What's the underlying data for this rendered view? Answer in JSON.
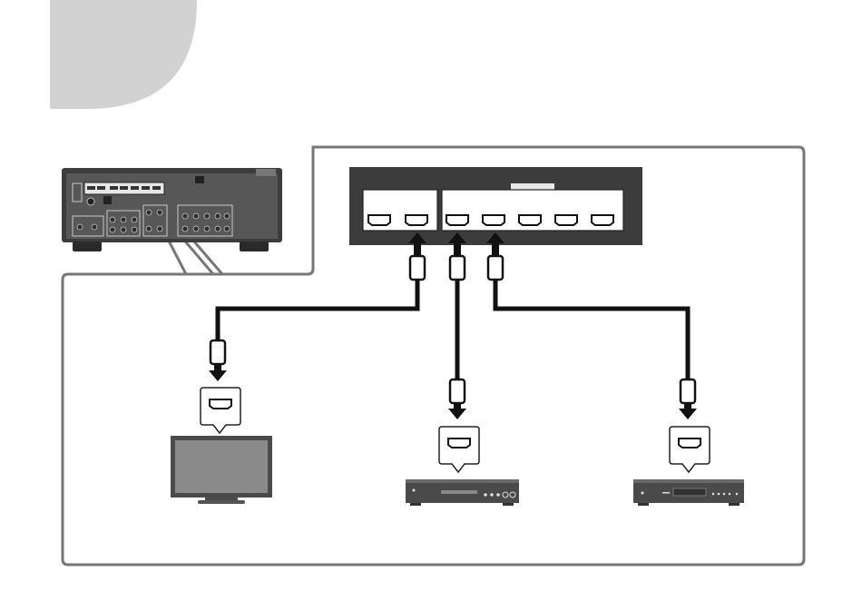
{
  "diagram": {
    "receiver": {
      "hdmi_output_ports": 2,
      "hdmi_input_ports": 5
    },
    "connections": [
      {
        "device": "tv",
        "icon": "tv-icon",
        "direction": "from-receiver"
      },
      {
        "device": "disc-player",
        "icon": "disc-player-icon",
        "direction": "to-receiver"
      },
      {
        "device": "media-player",
        "icon": "media-player-icon",
        "direction": "to-receiver"
      }
    ],
    "colors": {
      "corner_tab": "#d2d2d2",
      "frame": "#777777",
      "panel_dark": "#3c3c3c",
      "port_fill": "#ffffff",
      "port_outline": "#222222",
      "cable": "#111111"
    }
  }
}
